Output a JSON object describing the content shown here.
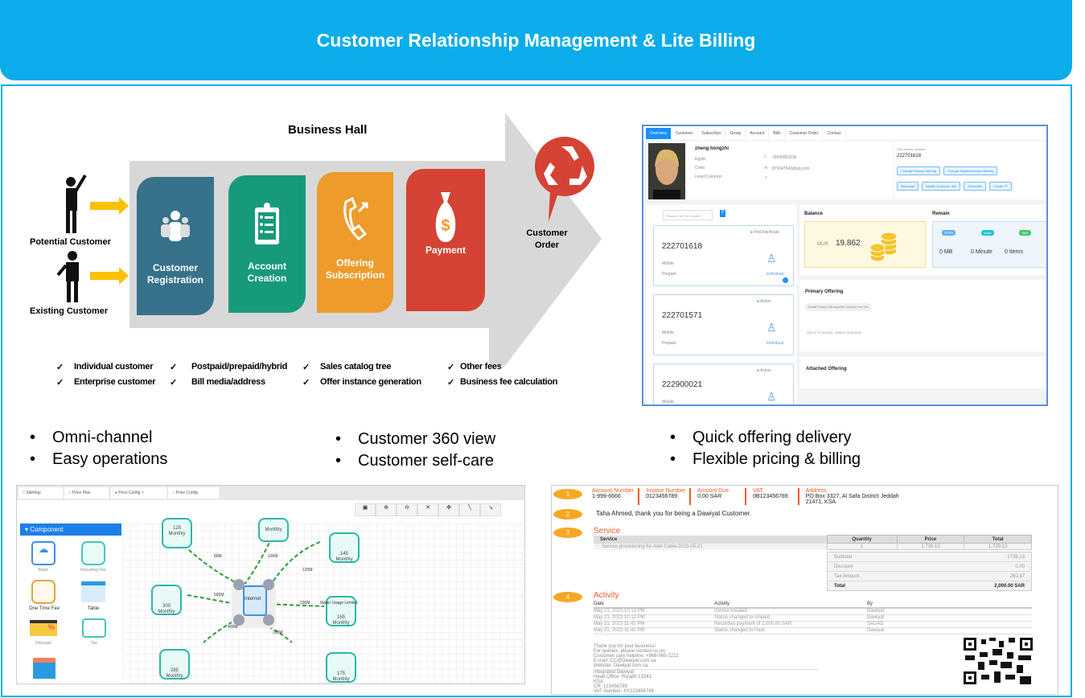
{
  "title": "Customer Relationship Management & Lite Billing",
  "business_hall": {
    "title": "Business Hall",
    "people": [
      "Potential Customer",
      "Existing Customer"
    ],
    "steps": [
      {
        "label1": "Customer",
        "label2": "Registration",
        "color": "#36728A"
      },
      {
        "label1": "Account",
        "label2": "Creation",
        "color": "#179A7C"
      },
      {
        "label1": "Offering",
        "label2": "Subscription",
        "color": "#EE9B2B"
      },
      {
        "label1": "Payment",
        "label2": "",
        "color": "#D44333"
      }
    ],
    "order_label1": "Customer",
    "order_label2": "Order",
    "checks": [
      [
        "Individual customer",
        "Enterprise customer"
      ],
      [
        "Postpaid/prepaid/hybrid",
        "Bill media/address"
      ],
      [
        "Sales catalog tree",
        "Offer instance generation"
      ],
      [
        "Other fees",
        "Business fee calculation"
      ]
    ]
  },
  "bullets": [
    [
      "Omni-channel",
      "Easy operations"
    ],
    [
      "Customer 360 view",
      "Customer self-care"
    ],
    [
      "Quick offering delivery",
      "Flexible pricing & billing"
    ]
  ],
  "crm": {
    "tabs": [
      "Overview",
      "Customer",
      "Subscriber",
      "Group",
      "Account",
      "Bills",
      "Customer Order",
      "Contact"
    ],
    "name": "zheng hongzhi",
    "country": "Egypt",
    "code": "Code:",
    "level": "Level:Common",
    "phone": "15665851636",
    "email": "879347543@qq.com",
    "current_label": "The current number",
    "current_number": "222701618",
    "buttons1": [
      "Change Primary Offering",
      "Change Supplementary Offering"
    ],
    "buttons2": [
      "Recharge",
      "Modify Customer Info",
      "Subscribe",
      "Create TT"
    ],
    "search_placeholder": "Please enter the number",
    "subscribers": [
      {
        "status": "PreDeactivate",
        "number": "222701618",
        "type": "Mobile",
        "pay": "Prepaid",
        "kind": "Individual"
      },
      {
        "status": "Active",
        "number": "222701571",
        "type": "Mobile",
        "pay": "Prepaid",
        "kind": "Individual"
      },
      {
        "status": "Active",
        "number": "222900021",
        "type": "Mobile",
        "pay": "",
        "kind": ""
      }
    ],
    "balance_title": "Balance",
    "currency": "MUR",
    "balance": "19.862",
    "remain_title": "Remain",
    "remain": [
      {
        "tag": "GPRS",
        "value": "0 MB",
        "color": "#5bb0f5"
      },
      {
        "tag": "Voice",
        "value": "0 Minute",
        "color": "#1fc3d6"
      },
      {
        "tag": "SMS",
        "value": "0 Items",
        "color": "#3dc96a"
      }
    ],
    "primary_title": "Primary Offering",
    "primary_offer": "Mobile Prepaid Offering With Complex Free Fee",
    "primary_dates": "2022-07-07 00:00:00 - 2035-07-26 00:00:00",
    "attached_title": "Attached Offering"
  },
  "price_config": {
    "tabs": [
      "SiteMap",
      "Price Plan",
      "Price Config",
      "Price Config"
    ],
    "component_header": "Component",
    "components": [
      "Basic",
      "Recurring Fee",
      "One Time Fee",
      "Table",
      "Discount",
      "Tax",
      ""
    ],
    "center": "Internet",
    "nodes": [
      {
        "v": "125",
        "p": "Monthly"
      },
      {
        "v": "",
        "p": "Monthly"
      },
      {
        "v": "145",
        "p": "Monthly"
      },
      {
        "v": "300",
        "p": "Monthly"
      },
      {
        "v": "165",
        "p": "Monthly"
      },
      {
        "v": "285",
        "p": "Monthly"
      },
      {
        "v": "175",
        "p": "Monthly"
      }
    ],
    "edges": [
      "80M",
      "100M",
      "120M",
      "500M",
      "230M",
      "400M",
      "200M"
    ],
    "edge_note": "Water Usage Limited"
  },
  "invoice": {
    "steps": [
      "1",
      "2",
      "3",
      "4"
    ],
    "header": [
      {
        "label": "Account Number",
        "value": "1-999-6666"
      },
      {
        "label": "Invoice Number",
        "value": "0123456789"
      },
      {
        "label": "Amount Due",
        "value": "0.00 SAR"
      },
      {
        "label": "VAT",
        "value": "0B123456789"
      },
      {
        "label": "Address",
        "value": "PO Box 3327, Al Safa District Jeddah 21471, KSA"
      }
    ],
    "greeting": "Taha Ahmed, thank you for being a Dawiyat Customer.",
    "service_title": "Service",
    "service_cols": [
      "Service",
      "Quantity",
      "Price",
      "Total"
    ],
    "service_row": [
      "Service provisioning for Ariel Cable-2023-05-21",
      "1",
      "1,739.13",
      "1,739.13"
    ],
    "totals": [
      [
        "Subtotal",
        "1739.13"
      ],
      [
        "Discount",
        "0.00"
      ],
      [
        "Tax Amount",
        "260.87"
      ],
      [
        "Total",
        "2,000.00 SAR"
      ]
    ],
    "activity_title": "Activity",
    "activity_cols": [
      "Date",
      "Activity",
      "By"
    ],
    "activity_rows": [
      [
        "May 21, 2023  10:12 PM",
        "Invoice created.",
        "Dawiyat"
      ],
      [
        "May 21, 2023  10:12 PM",
        "Status changed to Unpaid.",
        "Dawiyat"
      ],
      [
        "May 21, 2023  11:42 PM",
        "Recorded payment of 2,000.00 SAR.",
        "SADAD"
      ],
      [
        "May 21, 2023  11:42 PM",
        "Status changed to Paid.",
        "Dawiyat"
      ]
    ],
    "footer": [
      "Thank you for your business!",
      "For queries, please contact us on:",
      "Customer care helpline: +966-565-2222",
      "E-mail: CC@Dawiyat.com.sa",
      "Website: Dawiyat.com.sa"
    ],
    "company": [
      "Integrated Dawiyat",
      "Head Office: Riyadh 13241,",
      "KSA",
      "CR: 123456789",
      "VAT Number: XY123456789"
    ]
  }
}
